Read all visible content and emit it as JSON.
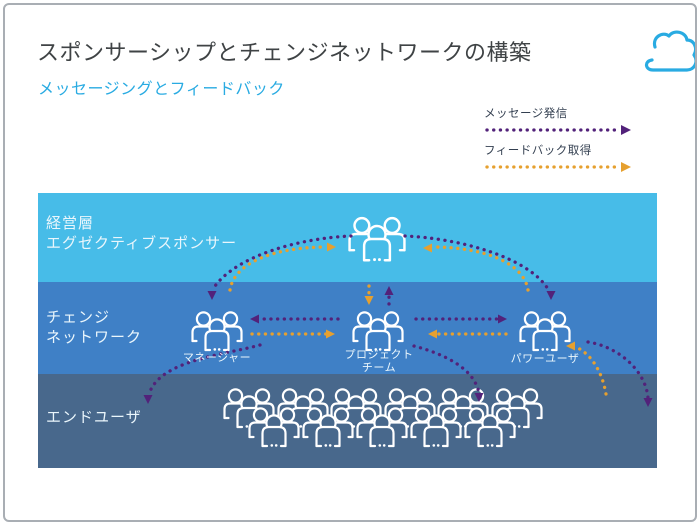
{
  "slide": {
    "title": "スポンサーシップとチェンジネットワークの構築",
    "subtitle": "メッセージングとフィードバック"
  },
  "legend": {
    "items": [
      {
        "id": "message",
        "label": "メッセージ発信"
      },
      {
        "id": "feedback",
        "label": "フィードバック取得"
      }
    ]
  },
  "layers": [
    {
      "id": "executive",
      "label_lines": [
        "経営層",
        "エグゼクティブスポンサー"
      ]
    },
    {
      "id": "change-network",
      "label_lines": [
        "チェンジ",
        "ネットワーク"
      ]
    },
    {
      "id": "end-users",
      "label_lines": [
        "エンドユーザ"
      ]
    }
  ],
  "nodes": [
    {
      "id": "executive-sponsor",
      "layer": "executive",
      "label": ""
    },
    {
      "id": "manager",
      "layer": "change-network",
      "label": "マネージャー"
    },
    {
      "id": "project-team",
      "layer": "change-network",
      "label_lines": [
        "プロジェクト",
        "チーム"
      ]
    },
    {
      "id": "power-user",
      "layer": "change-network",
      "label": "パワーユーザ"
    },
    {
      "id": "end-users-crowd",
      "layer": "end-users",
      "label": ""
    }
  ],
  "flows": [
    {
      "type": "message",
      "from": "executive-sponsor",
      "to": "manager"
    },
    {
      "type": "feedback",
      "from": "manager",
      "to": "executive-sponsor"
    },
    {
      "type": "message",
      "from": "executive-sponsor",
      "to": "power-user"
    },
    {
      "type": "feedback",
      "from": "power-user",
      "to": "executive-sponsor"
    },
    {
      "type": "message",
      "from": "project-team",
      "to": "executive-sponsor"
    },
    {
      "type": "feedback",
      "from": "executive-sponsor",
      "to": "project-team"
    },
    {
      "type": "message",
      "from": "project-team",
      "to": "manager"
    },
    {
      "type": "feedback",
      "from": "manager",
      "to": "project-team"
    },
    {
      "type": "message",
      "from": "project-team",
      "to": "power-user"
    },
    {
      "type": "feedback",
      "from": "power-user",
      "to": "project-team"
    },
    {
      "type": "message",
      "from": "manager",
      "to": "end-users-crowd"
    },
    {
      "type": "message",
      "from": "project-team",
      "to": "end-users-crowd"
    },
    {
      "type": "message",
      "from": "power-user",
      "to": "end-users-crowd"
    },
    {
      "type": "feedback",
      "from": "end-users-crowd",
      "to": "power-user"
    }
  ],
  "colors": {
    "band_executive": "#47BCE8",
    "band_change": "#3F80C6",
    "band_end": "#48688C",
    "message": "#52227A",
    "feedback": "#E6A02F",
    "accent": "#29ABE2",
    "title_text": "#3F4345",
    "legend_text": "#333F50",
    "band_text": "#EAF6FC",
    "slide_border": "#A9AEB4"
  }
}
